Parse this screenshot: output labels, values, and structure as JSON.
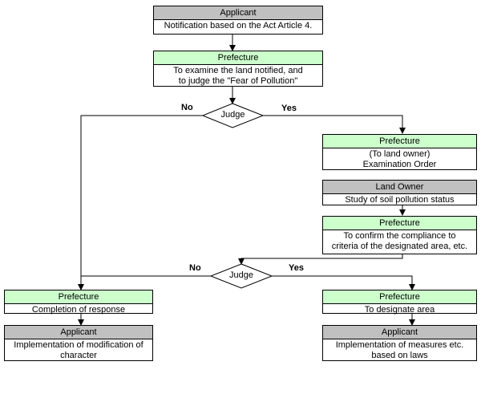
{
  "boxes": {
    "applicant_notify": {
      "header": "Applicant",
      "body": [
        "Notification based on the Act Article 4."
      ]
    },
    "prefecture_examine": {
      "header": "Prefecture",
      "body": [
        "To examine the land notified, and",
        "to judge the \"Fear of Pollution\""
      ]
    },
    "prefecture_order": {
      "header": "Prefecture",
      "body": [
        "(To land owner)",
        "Examination Order"
      ]
    },
    "land_owner_study": {
      "header": "Land Owner",
      "body": [
        "Study of soil pollution status"
      ]
    },
    "prefecture_confirm": {
      "header": "Prefecture",
      "body": [
        "To confirm the compliance to",
        "criteria of the designated area, etc."
      ]
    },
    "prefecture_response": {
      "header": "Prefecture",
      "body": [
        "Completion of response"
      ]
    },
    "applicant_modify": {
      "header": "Applicant",
      "body": [
        "Implementation of modification of",
        "character"
      ]
    },
    "prefecture_designate": {
      "header": "Prefecture",
      "body": [
        "To designate area"
      ]
    },
    "applicant_measures": {
      "header": "Applicant",
      "body": [
        "Implementation of measures etc.",
        "based on laws"
      ]
    }
  },
  "decisions": {
    "judge_1": {
      "label": "Judge",
      "no": "No",
      "yes": "Yes"
    },
    "judge_2": {
      "label": "Judge",
      "no": "No",
      "yes": "Yes"
    }
  },
  "colors": {
    "applicant_header": "#c0c0c0",
    "prefecture_header": "#ccffcc",
    "line": "#000000"
  }
}
